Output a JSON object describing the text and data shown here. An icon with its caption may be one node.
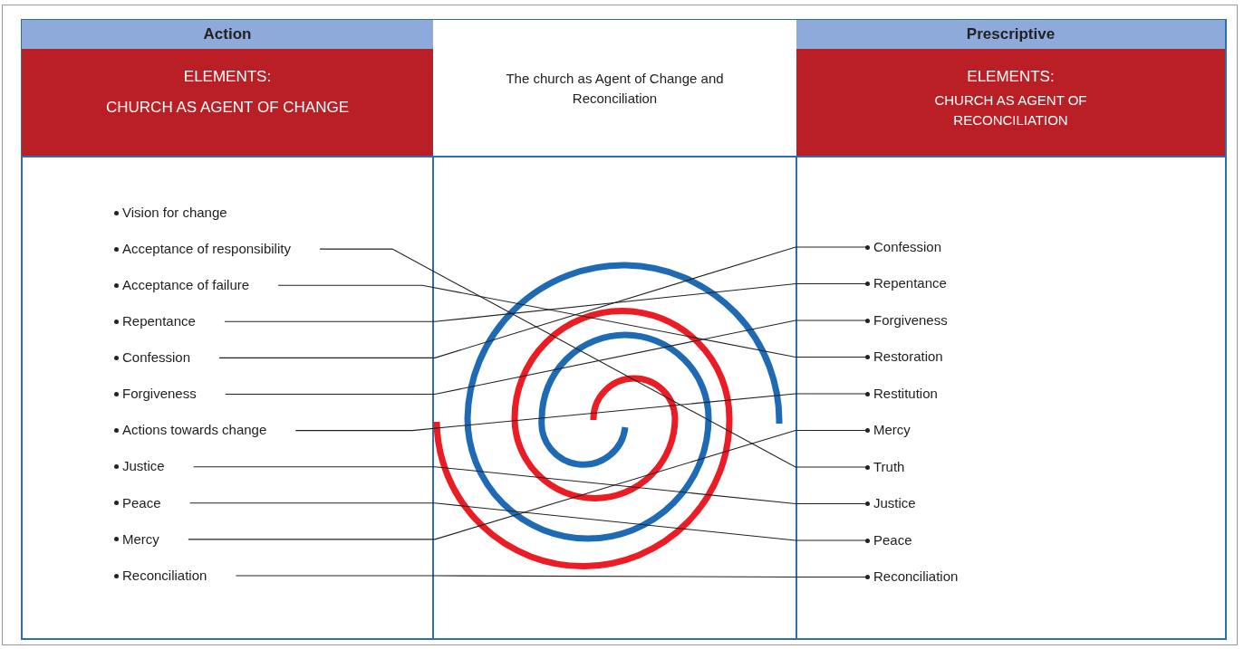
{
  "diagram": {
    "nodes": [
      {
        "text": [
          "Action",
          "ELEMENTS:",
          "CHURCH AS AGENT OF CHANGE"
        ]
      },
      {
        "text": [
          "The church as Agent of Change and Reconciliation"
        ]
      },
      {
        "text": [
          "Prescriptive",
          "ELEMENTS:",
          "CHURCH AS AGENT OF RECONCILIATION"
        ]
      },
      {
        "text": [
          "Vision for change"
        ]
      },
      {
        "text": [
          "Acceptance of responsibility"
        ]
      },
      {
        "text": [
          "Acceptance of failure"
        ]
      },
      {
        "text": [
          "Repentance"
        ]
      },
      {
        "text": [
          "Confession"
        ]
      },
      {
        "text": [
          "Forgiveness"
        ]
      },
      {
        "text": [
          "Actions towards change"
        ]
      },
      {
        "text": [
          "Justice"
        ]
      },
      {
        "text": [
          "Peace"
        ]
      },
      {
        "text": [
          "Mercy"
        ]
      },
      {
        "text": [
          "Reconciliation"
        ]
      },
      {
        "text": [
          "Confession"
        ]
      },
      {
        "text": [
          "Repentance"
        ]
      },
      {
        "text": [
          "Forgiveness"
        ]
      },
      {
        "text": [
          "Restoration"
        ]
      },
      {
        "text": [
          "Restitution"
        ]
      },
      {
        "text": [
          "Mercy"
        ]
      },
      {
        "text": [
          "Truth"
        ]
      },
      {
        "text": [
          "Justice"
        ]
      },
      {
        "text": [
          "Peace"
        ]
      },
      {
        "text": [
          "Reconciliation"
        ]
      }
    ],
    "edges": [
      {
        "from": 4,
        "to": 20,
        "arrow": "none"
      },
      {
        "from": 5,
        "to": 17,
        "arrow": "none"
      },
      {
        "from": 6,
        "to": 15,
        "arrow": "none"
      },
      {
        "from": 7,
        "to": 14,
        "arrow": "none"
      },
      {
        "from": 8,
        "to": 16,
        "arrow": "none"
      },
      {
        "from": 9,
        "to": 18,
        "arrow": "none"
      },
      {
        "from": 10,
        "to": 21,
        "arrow": "none"
      },
      {
        "from": 11,
        "to": 22,
        "arrow": "none"
      },
      {
        "from": 12,
        "to": 19,
        "arrow": "none"
      },
      {
        "from": 13,
        "to": 23,
        "arrow": "none"
      }
    ]
  }
}
